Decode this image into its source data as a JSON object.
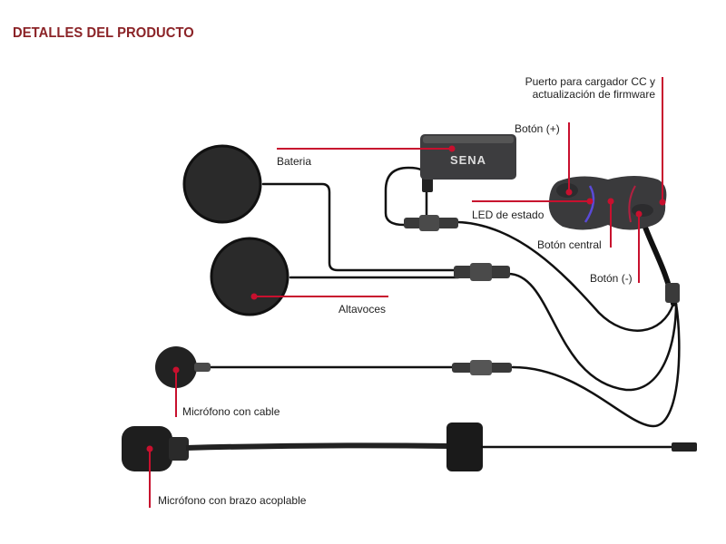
{
  "header": {
    "title": "DETALLES DEL PRODUCTO"
  },
  "colors": {
    "accent": "#c8102e",
    "title": "#8b2327",
    "device": "#3a3a3c",
    "cable": "#111111"
  },
  "product": {
    "battery_logo": "SENA"
  },
  "labels": {
    "port_line1": "Puerto para cargador CC y",
    "port_line2": "actualización de firmware",
    "button_plus": "Botón (+)",
    "battery": "Bateria",
    "led": "LED de estado",
    "button_center": "Botón central",
    "button_minus": "Botón (-)",
    "speakers": "Altavoces",
    "wired_mic": "Micrófono con cable",
    "boom_mic": "Micrófono con brazo acoplable"
  }
}
